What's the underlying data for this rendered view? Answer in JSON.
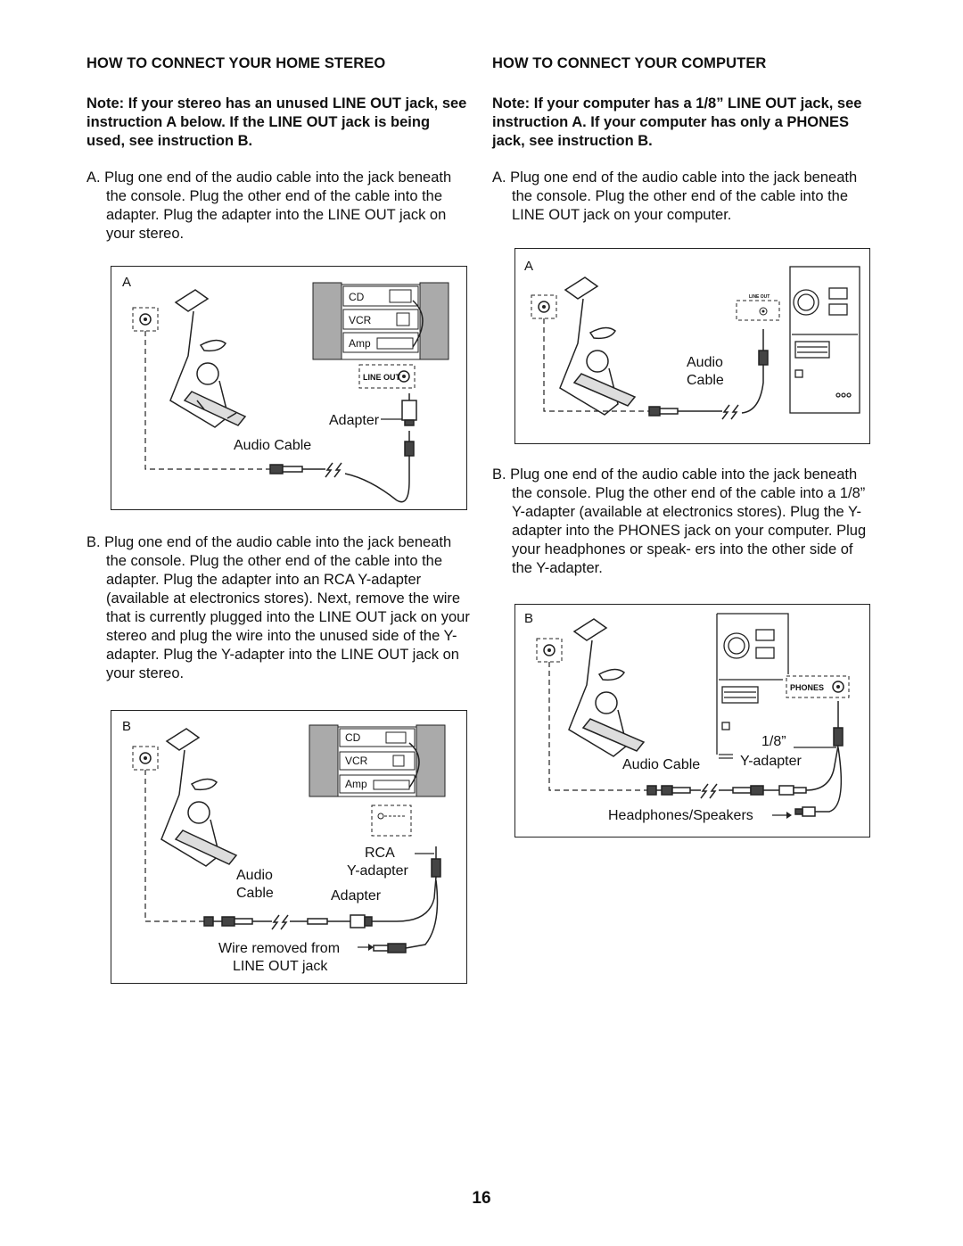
{
  "stereo": {
    "heading": "HOW TO CONNECT YOUR HOME STEREO",
    "note": "Note: If your stereo has an unused LINE OUT jack, see instruction A below. If the LINE OUT jack is being used, see instruction B.",
    "step_a": "A. Plug one end of the audio cable into the jack beneath the console. Plug the other end of the cable into the adapter. Plug the adapter into the LINE OUT jack on your stereo.",
    "step_b": "B. Plug one end of the audio cable into the jack beneath the console. Plug the other end of the cable into the adapter. Plug the adapter into an RCA Y-adapter (available at electronics stores). Next, remove the wire that is currently plugged into the LINE OUT jack on your stereo and plug the wire into the unused side of the Y-adapter. Plug the Y-adapter into the LINE OUT jack on your stereo.",
    "fig_a": {
      "letter": "A",
      "cd": "CD",
      "vcr": "VCR",
      "amp": "Amp",
      "line_out": "LINE OUT",
      "adapter": "Adapter",
      "audio_cable": "Audio Cable"
    },
    "fig_b": {
      "letter": "B",
      "cd": "CD",
      "vcr": "VCR",
      "amp": "Amp",
      "rca": "RCA",
      "y_adapter": "Y-adapter",
      "audio": "Audio",
      "cable": "Cable",
      "adapter": "Adapter",
      "wire_removed_1": "Wire removed from",
      "wire_removed_2": "LINE OUT jack"
    }
  },
  "computer": {
    "heading": "HOW TO CONNECT YOUR COMPUTER",
    "note": "Note: If your computer has a 1/8” LINE OUT jack, see instruction A. If your computer has only a PHONES jack, see instruction B.",
    "step_a": "A. Plug one end of the audio cable into the jack beneath the console. Plug the other end of the cable into the LINE OUT jack on your computer.",
    "step_b": "B. Plug one end of the audio cable into the jack beneath the console. Plug the other end of the cable into a 1/8” Y-adapter (available at electronics stores). Plug the Y-adapter into the PHONES jack on your computer. Plug your headphones or speak- ers into the other side of the Y-adapter.",
    "fig_a": {
      "letter": "A",
      "line_out": "LINE OUT",
      "audio": "Audio",
      "cable": "Cable"
    },
    "fig_b": {
      "letter": "B",
      "phones": "PHONES",
      "eighth": "1/8”",
      "audio_cable": "Audio Cable",
      "y_adapter": "Y-adapter",
      "headphones": "Headphones/Speakers"
    }
  },
  "page_number": "16"
}
